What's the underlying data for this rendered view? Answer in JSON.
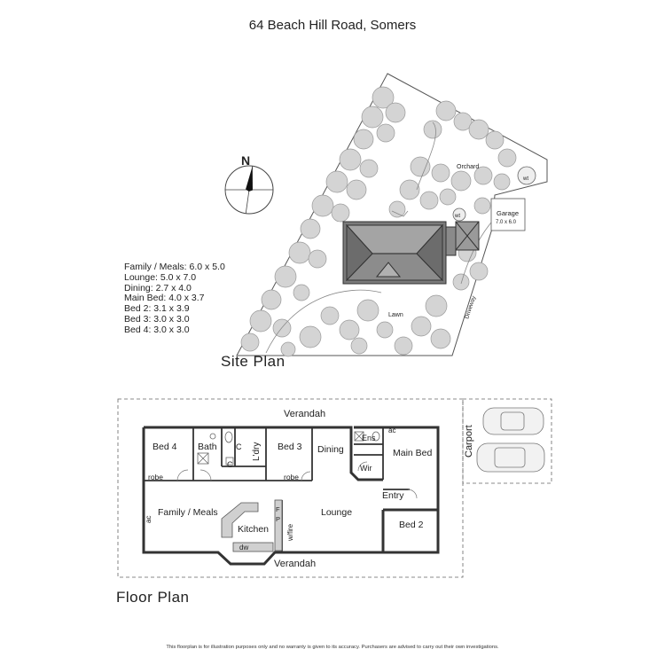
{
  "title": "64 Beach Hill Road, Somers",
  "site_plan": {
    "heading": "Site Plan",
    "compass": "N",
    "labels": {
      "orchard": "Orchard",
      "wt1": "wt",
      "wt2": "wt",
      "garage": "Garage",
      "garage_size": "7.0 x 6.0",
      "lawn": "Lawn",
      "driveway": "Driveway"
    }
  },
  "room_sizes": [
    "Family / Meals: 6.0 x 5.0",
    "Lounge: 5.0 x 7.0",
    "Dining: 2.7 x 4.0",
    "Main Bed: 4.0 x 3.7",
    "Bed 2: 3.1 x 3.9",
    "Bed 3: 3.0 x 3.0",
    "Bed 4: 3.0 x 3.0"
  ],
  "floor_plan": {
    "heading": "Floor Plan",
    "labels": {
      "verandah_top": "Verandah",
      "verandah_bottom": "Verandah",
      "carport": "Carport",
      "bed4": "Bed 4",
      "bath": "Bath",
      "c1": "C",
      "c2": "C",
      "ldry": "L'dry",
      "bed3": "Bed 3",
      "dining": "Dining",
      "ens": "Ens",
      "ac_top": "ac",
      "main_bed": "Main Bed",
      "wir": "Wir",
      "robe1": "robe",
      "robe2": "robe",
      "entry": "Entry",
      "family_meals": "Family / Meals",
      "ac_left": "ac",
      "f": "F",
      "p": "P",
      "wfire": "w/fire",
      "lounge": "Lounge",
      "kitchen": "Kitchen",
      "dw": "dw",
      "bed2": "Bed 2"
    }
  },
  "disclaimer": "This floorplan is for illustration purposes only and no warranty is given to its accuracy. Purchasers are advised to carry out their own investigations."
}
